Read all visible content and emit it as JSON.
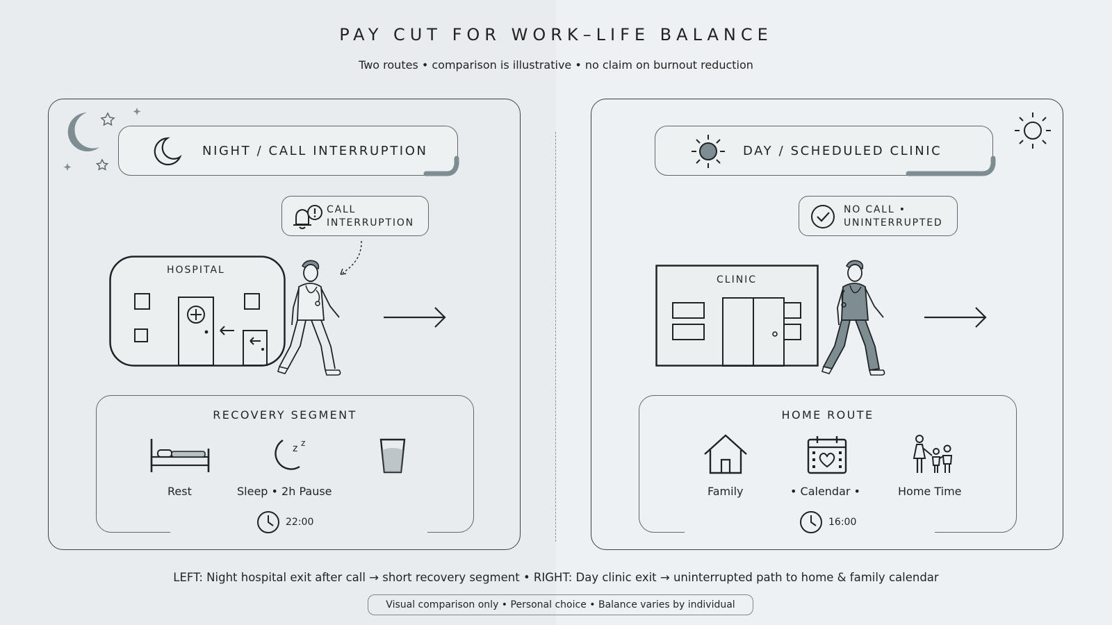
{
  "title": "PAY CUT FOR WORK–LIFE BALANCE",
  "subtitle": "Two routes  •  comparison is illustrative  •  no claim on burnout reduction",
  "left": {
    "header": "NIGHT / CALL INTERRUPTION",
    "badge_line1": "CALL",
    "badge_line2": "INTERRUPTION",
    "building": "HOSPITAL",
    "segment_title": "RECOVERY SEGMENT",
    "items": [
      "Rest",
      "Sleep  •  2h Pause"
    ],
    "time": "22:00"
  },
  "right": {
    "header": "DAY / SCHEDULED CLINIC",
    "badge_line1": "NO CALL •",
    "badge_line2": "UNINTERRUPTED",
    "building": "CLINIC",
    "segment_title": "HOME ROUTE",
    "items": [
      "Family",
      "•  Calendar  •",
      "Home Time"
    ],
    "time": "16:00"
  },
  "footer": "LEFT: Night hospital exit after call → short recovery segment  •  RIGHT: Day clinic exit → uninterrupted path to home & family calendar",
  "footer_note": "Visual comparison only  •  Personal choice  •  Balance varies by individual",
  "colors": {
    "accent": "#7e8d91",
    "line": "#1e2326",
    "border": "#5b676c"
  }
}
